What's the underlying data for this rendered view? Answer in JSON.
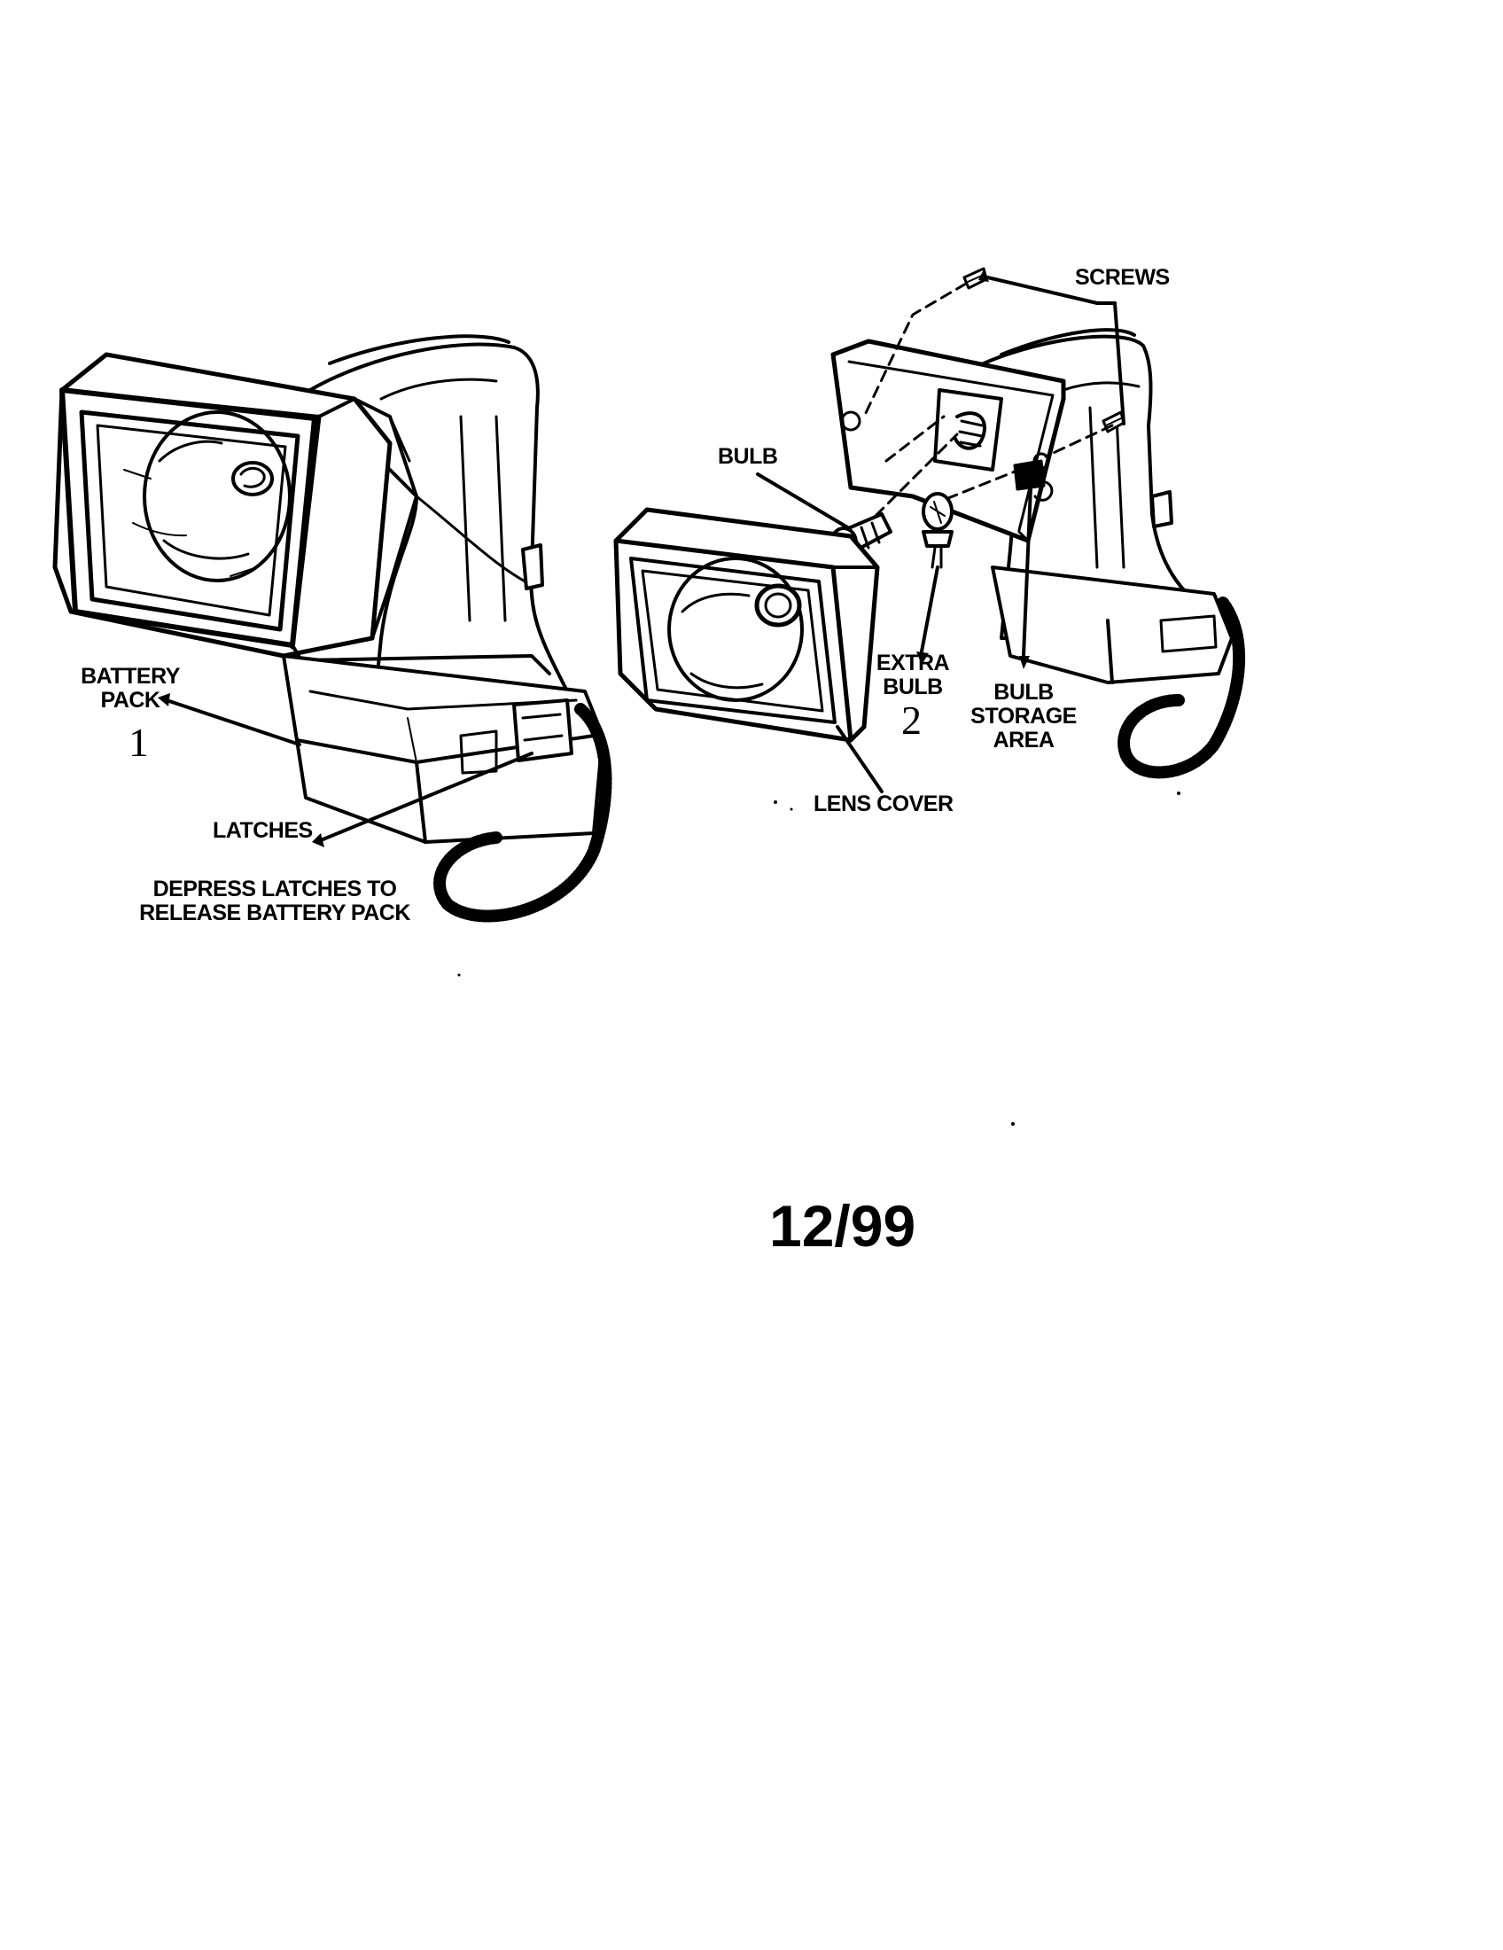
{
  "callouts": {
    "battery_pack": [
      "BATTERY",
      "PACK"
    ],
    "step_1": "1",
    "latches": "LATCHES",
    "depress_note": [
      "DEPRESS LATCHES TO",
      "RELEASE BATTERY PACK"
    ],
    "screws": "SCREWS",
    "bulb": "BULB",
    "extra_bulb": [
      "EXTRA",
      "BULB"
    ],
    "step_2": "2",
    "bulb_storage": [
      "BULB",
      "STORAGE",
      "AREA"
    ],
    "lens_cover": "LENS COVER"
  },
  "date_code": "12/99"
}
